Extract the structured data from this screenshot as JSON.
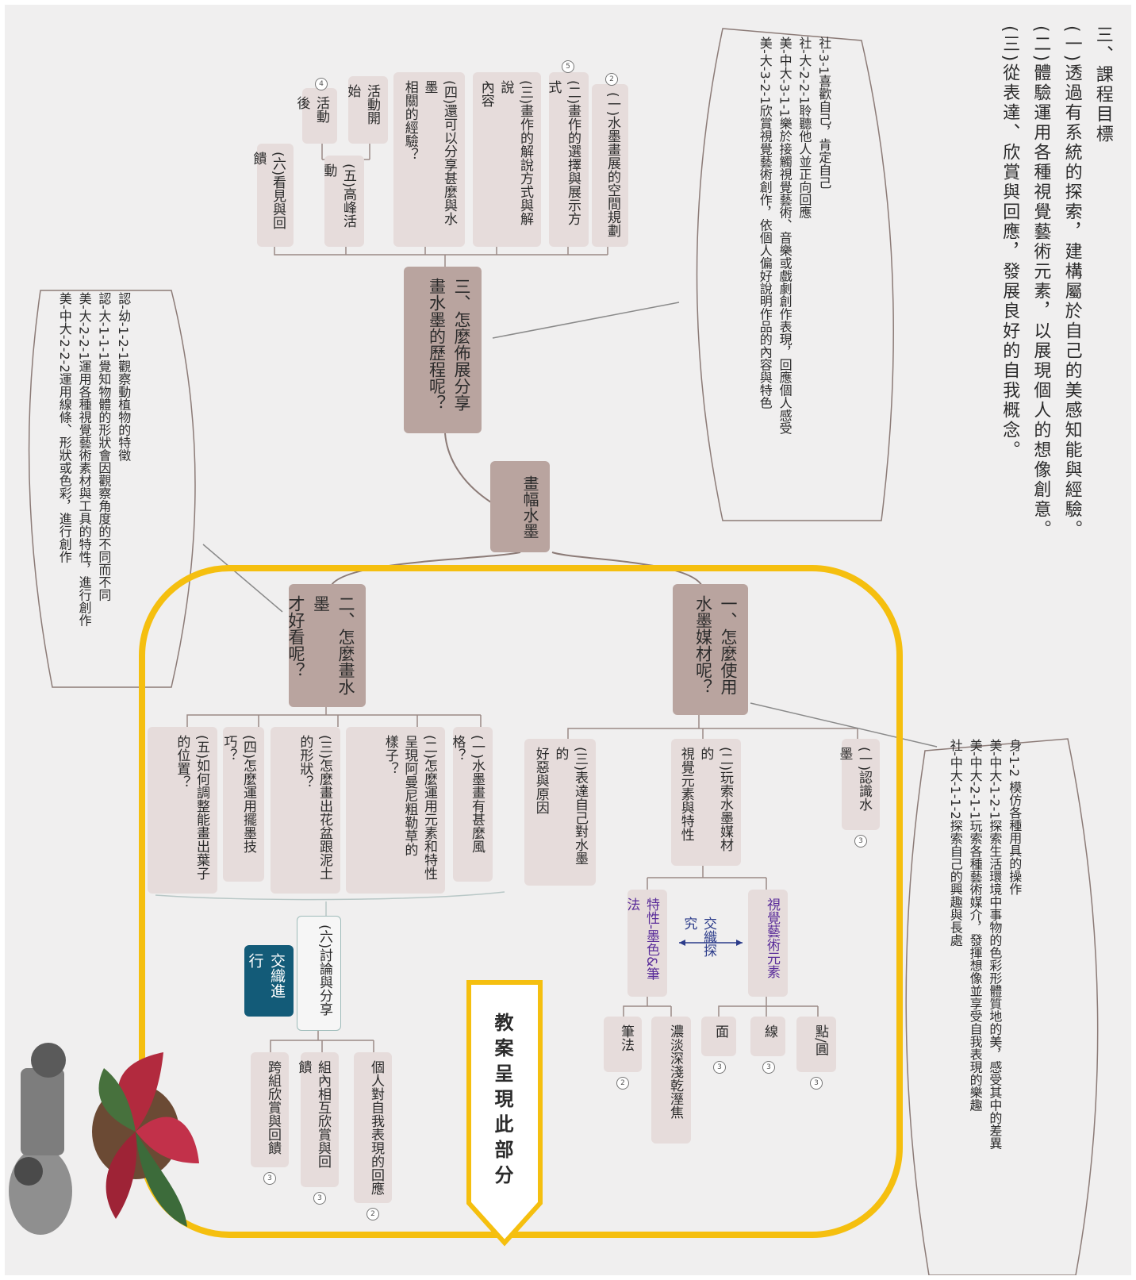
{
  "goals": {
    "heading": "三、課程目標",
    "items": [
      "(一)透過有系統的探索，建構屬於自己的美感知能與經驗。",
      "(二)體驗運用各種視覺藝術元素，以展現個人的想像創意。",
      "(三)從表達、欣賞與回應，發展良好的自我概念。"
    ]
  },
  "center": "畫幅水墨",
  "branch1": {
    "title": "一、怎麼使用\n水墨媒材呢？",
    "sub1": "(一)認識水墨",
    "sub1_badge": "3",
    "sub2": "(二)玩索水墨媒材的\n視覺元素與特性",
    "sub3": "(三)表達自己對水墨的\n好惡與原因",
    "elements": "視覺藝術元素",
    "interplay": "交織探究",
    "traits": "特性-墨色&筆法",
    "el_point": "點/圓",
    "el_point_badge": "3",
    "el_line": "線",
    "el_line_badge": "3",
    "el_plane": "面",
    "el_plane_badge": "3",
    "tr_ink": "濃淡深淺乾溼焦",
    "tr_brush": "筆法",
    "tr_brush_badge": "2"
  },
  "branch2": {
    "title": "二、怎麼畫水墨\n才好看呢？",
    "items": [
      "(一)水墨畫有甚麼風格？",
      "(二)怎麼運用元素和特性\n呈現阿曼尼粗勒草的\n樣子？",
      "(三)怎麼畫出花盆跟泥土\n的形狀？",
      "(四)怎麼運用擺墨技巧？",
      "(五)如何調整能畫出葉子\n的位置？"
    ],
    "discuss": "(六)討論與分享",
    "tag": "交織進行",
    "share_items": [
      "個人對自我表現的回應",
      "組內相互欣賞與回饋",
      "跨組欣賞與回饋"
    ],
    "share_badges": [
      "2",
      "3",
      "3"
    ],
    "callout": "教案呈現此部分"
  },
  "branch3": {
    "title": "三、怎麼佈展分享\n畫水墨的歷程呢？",
    "items": [
      "(一)水墨畫展的空間規劃",
      "(二)畫作的選擇與展示方式",
      "(三)畫作的解說方式與解說\n內容",
      "(四)還可以分享甚麼與水墨\n相關的經驗？",
      "(五)高峰活動",
      "(六)看見與回饋"
    ],
    "badge1": "2",
    "badge2": "5",
    "act_start": "活動開始",
    "act_after": "活動後",
    "act_badge": "4"
  },
  "notes": {
    "top": "社-3-1喜歡自己，肯定自己\n社-大-2-2-1聆聽他人並正向回應\n美-中大-3-1-1樂於接觸視覺藝術、音樂或戲劇創作表現，回應個人感受\n美-大-3-2-1欣賞視覺藝術創作，依個人偏好說明作品的內容與特色",
    "left": "認-幼-1-2-1觀察動植物的特徵\n認-大-1-1-1覺知物體的形狀會因觀察角度的不同而不同\n美-大-2-2-1運用各種視覺藝術素材與工具的特性，進行創作\n美-中大-2-2-2運用線條、形狀或色彩，進行創作",
    "right": "身-1-2 模仿各種用具的操作\n美-中大-1-2-1探索生活環境中事物的色彩形體質地的美，感受其中的差異\n美-中大-2-1-1玩索各種藝術媒介，發揮想像並享受自我表現的樂趣\n社-中大-1-1-2探索自己的興趣與長處"
  },
  "colors": {
    "highlight": "#f5bf0f",
    "main_node": "#b9a49f",
    "sub_node": "#e6dcdb",
    "tag": "#135b78",
    "purple": "#5a2d9a"
  }
}
